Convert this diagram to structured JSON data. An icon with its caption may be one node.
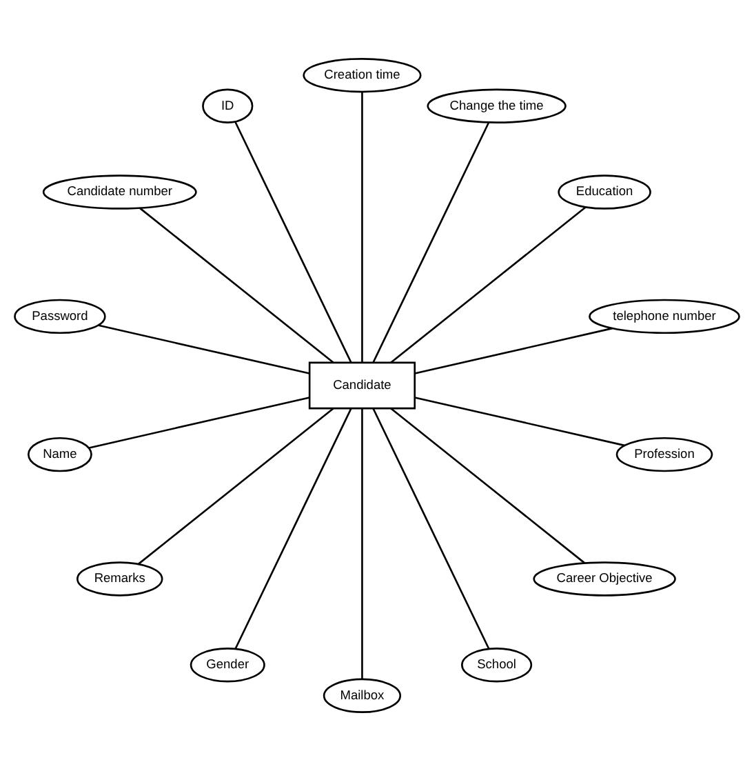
{
  "diagram": {
    "nodes": [
      {
        "text": [
          "Candidate"
        ]
      },
      {
        "text": [
          "telephone number"
        ]
      },
      {
        "text": [
          "Education"
        ]
      },
      {
        "text": [
          "Change the time"
        ]
      },
      {
        "text": [
          "Creation time"
        ]
      },
      {
        "text": [
          "ID"
        ]
      },
      {
        "text": [
          "Candidate number"
        ]
      },
      {
        "text": [
          "Password"
        ]
      },
      {
        "text": [
          "Name"
        ]
      },
      {
        "text": [
          "Remarks"
        ]
      },
      {
        "text": [
          "Gender"
        ]
      },
      {
        "text": [
          "Mailbox"
        ]
      },
      {
        "text": [
          "School"
        ]
      },
      {
        "text": [
          "Career Objective"
        ]
      },
      {
        "text": [
          "Profession"
        ]
      }
    ],
    "edges": [
      {
        "from": 0,
        "to": 1,
        "arrow": "none"
      },
      {
        "from": 0,
        "to": 2,
        "arrow": "none"
      },
      {
        "from": 0,
        "to": 3,
        "arrow": "none"
      },
      {
        "from": 0,
        "to": 4,
        "arrow": "none"
      },
      {
        "from": 0,
        "to": 5,
        "arrow": "none"
      },
      {
        "from": 0,
        "to": 6,
        "arrow": "none"
      },
      {
        "from": 0,
        "to": 7,
        "arrow": "none"
      },
      {
        "from": 0,
        "to": 8,
        "arrow": "none"
      },
      {
        "from": 0,
        "to": 9,
        "arrow": "none"
      },
      {
        "from": 0,
        "to": 10,
        "arrow": "none"
      },
      {
        "from": 0,
        "to": 11,
        "arrow": "none"
      },
      {
        "from": 0,
        "to": 12,
        "arrow": "none"
      },
      {
        "from": 0,
        "to": 13,
        "arrow": "none"
      },
      {
        "from": 0,
        "to": 14,
        "arrow": "none"
      }
    ]
  }
}
